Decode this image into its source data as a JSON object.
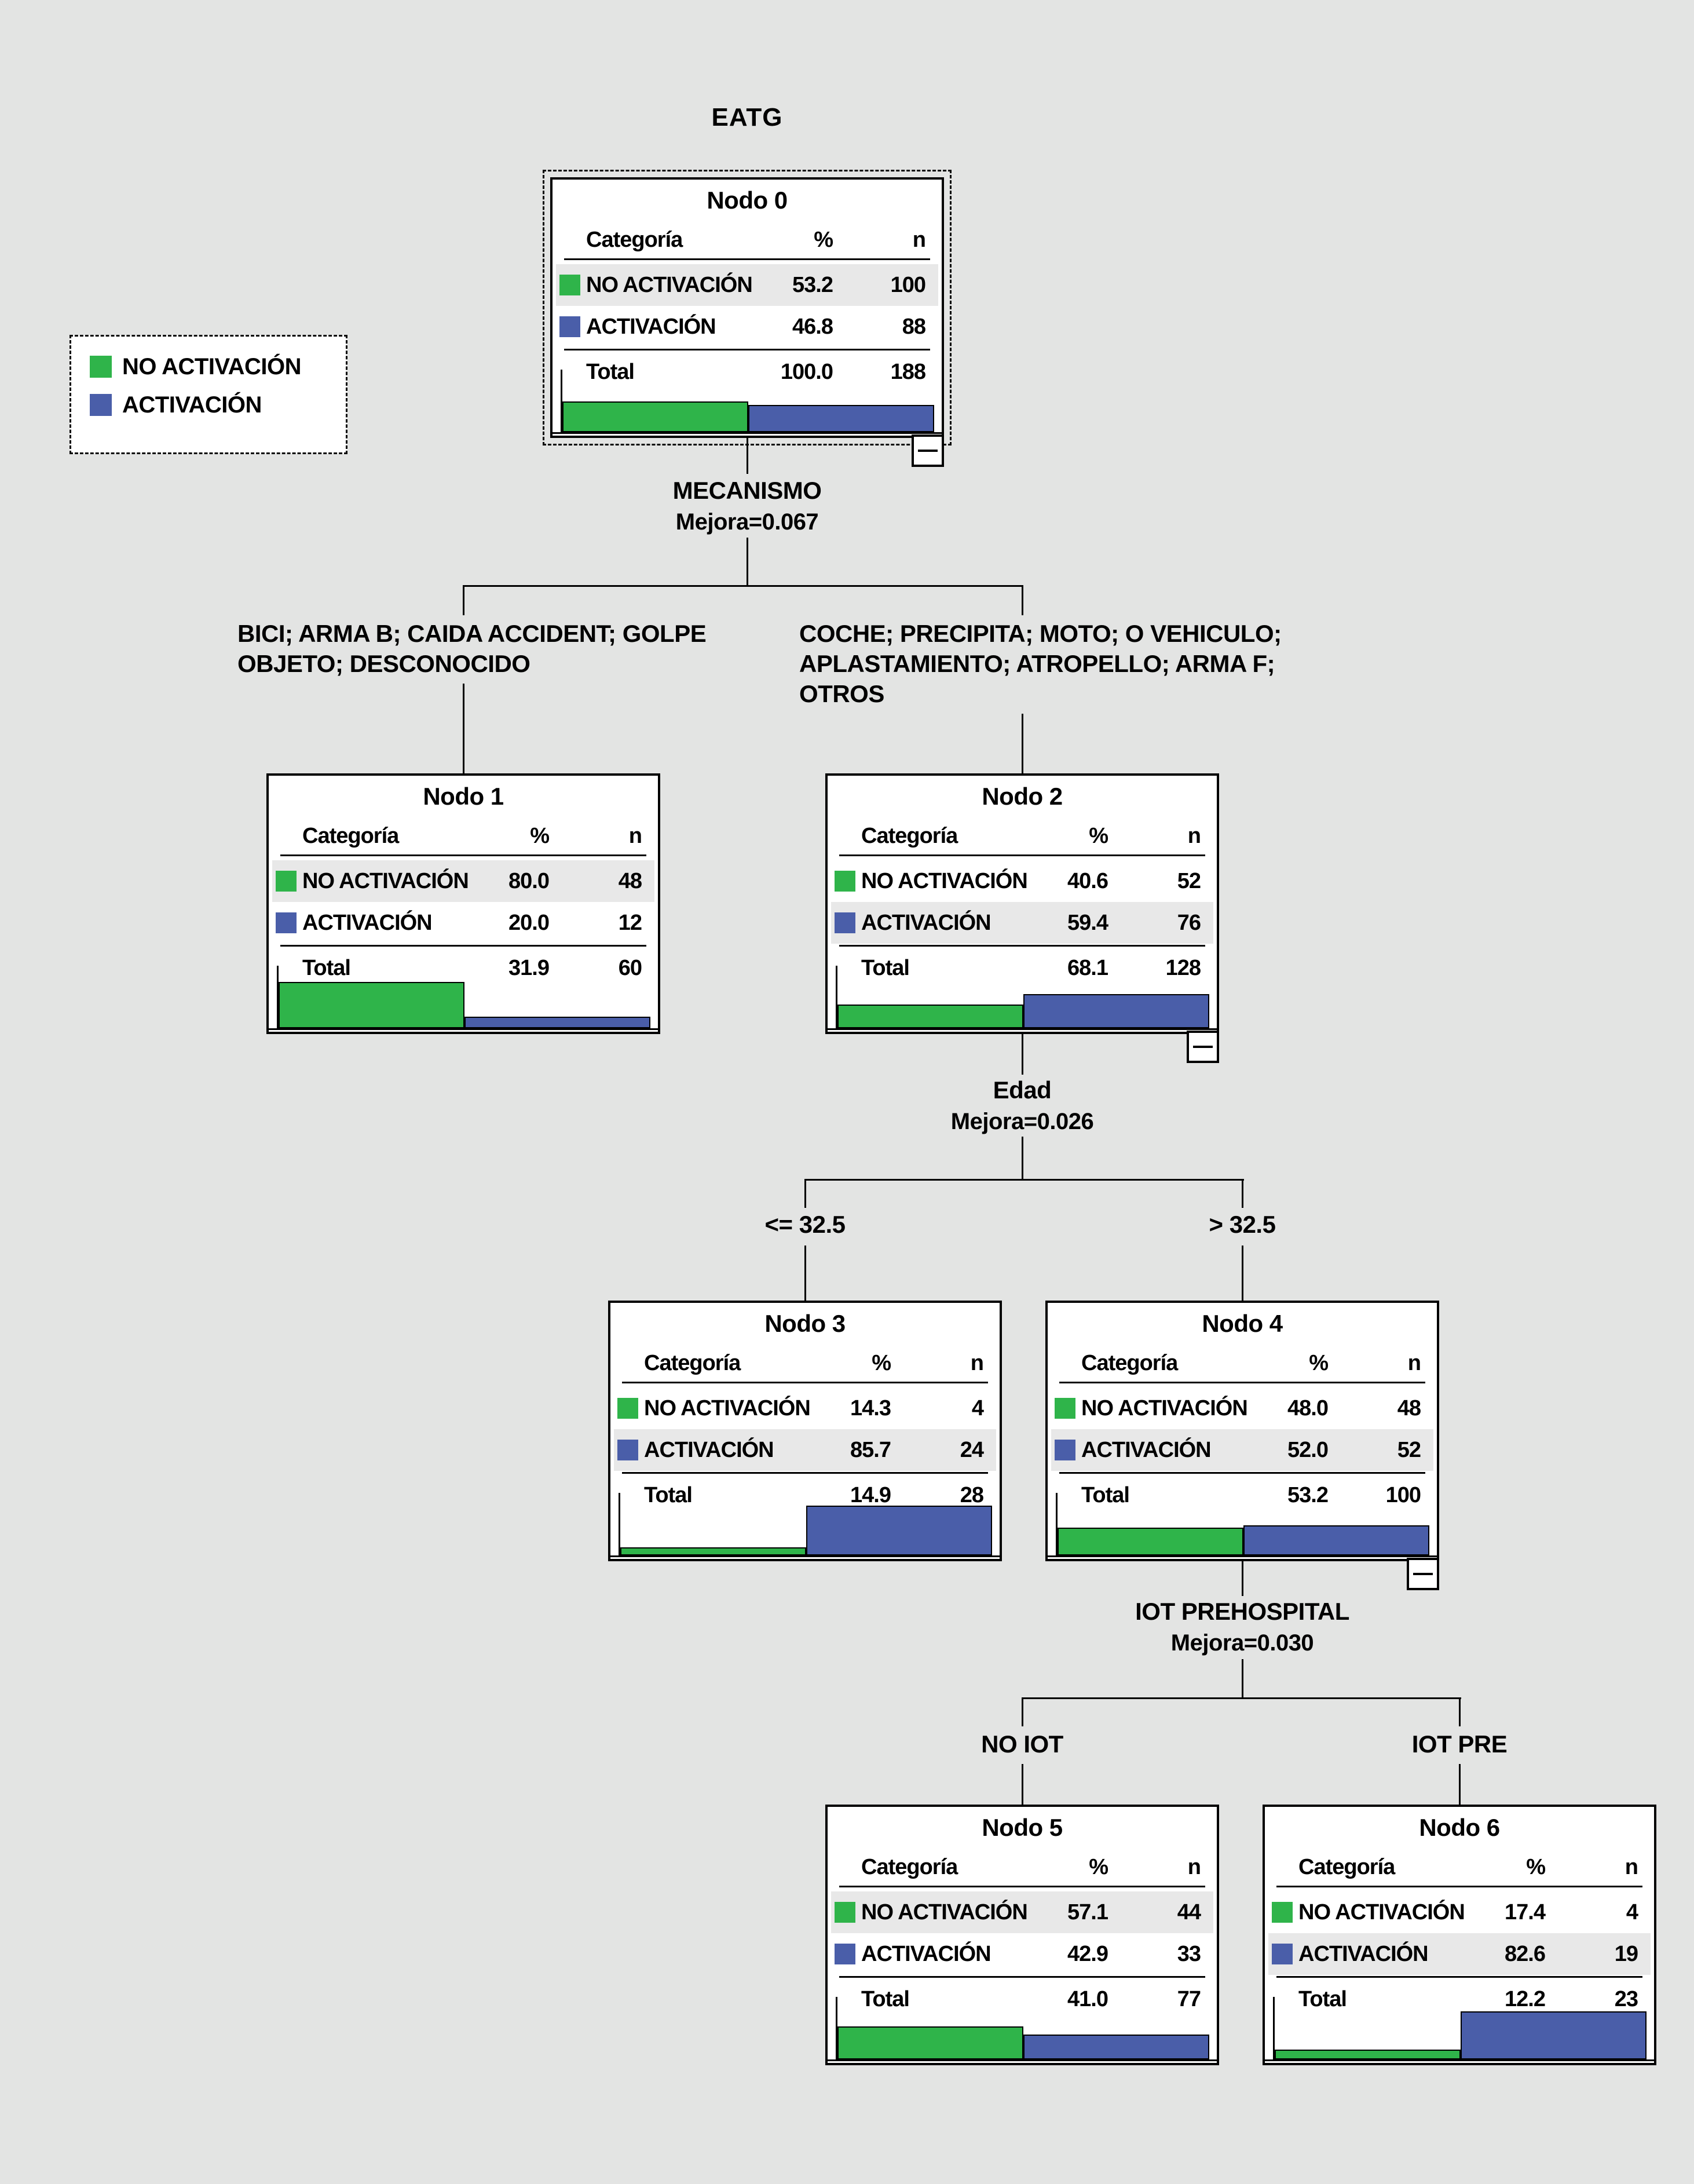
{
  "title": "EATG",
  "colors": {
    "green": "#2FB44A",
    "blue": "#4A5EA9",
    "highlight": "#E8E8E8",
    "background": "#E3E4E3",
    "line": "#000000"
  },
  "ui": {
    "icons": {
      "collapse_button": "minus-icon"
    }
  },
  "legend": {
    "items": [
      {
        "label": "NO ACTIVACIÓN",
        "color_key": "green"
      },
      {
        "label": "ACTIVACIÓN",
        "color_key": "blue"
      }
    ]
  },
  "table_headers": {
    "category": "Categoría",
    "pct": "%",
    "n": "n"
  },
  "total_label": "Total",
  "tree": {
    "dependent_variable": "EATG",
    "nodes": [
      {
        "id": 0,
        "title": "Nodo 0",
        "selected": true,
        "collapsible": true,
        "rows": [
          {
            "label": "NO ACTIVACIÓN",
            "pct": "53.2",
            "n": "100"
          },
          {
            "label": "ACTIVACIÓN",
            "pct": "46.8",
            "n": "88"
          }
        ],
        "total": {
          "pct": "100.0",
          "n": "188"
        }
      },
      {
        "id": 1,
        "title": "Nodo 1",
        "selected": false,
        "collapsible": false,
        "rows": [
          {
            "label": "NO ACTIVACIÓN",
            "pct": "80.0",
            "n": "48"
          },
          {
            "label": "ACTIVACIÓN",
            "pct": "20.0",
            "n": "12"
          }
        ],
        "total": {
          "pct": "31.9",
          "n": "60"
        }
      },
      {
        "id": 2,
        "title": "Nodo 2",
        "selected": false,
        "collapsible": true,
        "rows": [
          {
            "label": "NO ACTIVACIÓN",
            "pct": "40.6",
            "n": "52"
          },
          {
            "label": "ACTIVACIÓN",
            "pct": "59.4",
            "n": "76"
          }
        ],
        "total": {
          "pct": "68.1",
          "n": "128"
        }
      },
      {
        "id": 3,
        "title": "Nodo 3",
        "selected": false,
        "collapsible": false,
        "rows": [
          {
            "label": "NO ACTIVACIÓN",
            "pct": "14.3",
            "n": "4"
          },
          {
            "label": "ACTIVACIÓN",
            "pct": "85.7",
            "n": "24"
          }
        ],
        "total": {
          "pct": "14.9",
          "n": "28"
        }
      },
      {
        "id": 4,
        "title": "Nodo 4",
        "selected": false,
        "collapsible": true,
        "rows": [
          {
            "label": "NO ACTIVACIÓN",
            "pct": "48.0",
            "n": "48"
          },
          {
            "label": "ACTIVACIÓN",
            "pct": "52.0",
            "n": "52"
          }
        ],
        "total": {
          "pct": "53.2",
          "n": "100"
        }
      },
      {
        "id": 5,
        "title": "Nodo 5",
        "selected": false,
        "collapsible": false,
        "rows": [
          {
            "label": "NO ACTIVACIÓN",
            "pct": "57.1",
            "n": "44"
          },
          {
            "label": "ACTIVACIÓN",
            "pct": "42.9",
            "n": "33"
          }
        ],
        "total": {
          "pct": "41.0",
          "n": "77"
        }
      },
      {
        "id": 6,
        "title": "Nodo 6",
        "selected": false,
        "collapsible": false,
        "rows": [
          {
            "label": "NO ACTIVACIÓN",
            "pct": "17.4",
            "n": "4"
          },
          {
            "label": "ACTIVACIÓN",
            "pct": "82.6",
            "n": "19"
          }
        ],
        "total": {
          "pct": "12.2",
          "n": "23"
        }
      }
    ],
    "splits": [
      {
        "parent": 0,
        "variable": "MECANISMO",
        "improvement": "Mejora=0.067",
        "branches": [
          {
            "child": 1,
            "label_lines": [
              "BICI; ARMA B; CAIDA ACCIDENT; GOLPE",
              "OBJETO; DESCONOCIDO"
            ]
          },
          {
            "child": 2,
            "label_lines": [
              "COCHE; PRECIPITA; MOTO; O VEHICULO;",
              "APLASTAMIENTO; ATROPELLO; ARMA F;",
              "OTROS"
            ]
          }
        ]
      },
      {
        "parent": 2,
        "variable": "Edad",
        "improvement": "Mejora=0.026",
        "branches": [
          {
            "child": 3,
            "label_lines": [
              "<= 32.5"
            ]
          },
          {
            "child": 4,
            "label_lines": [
              "> 32.5"
            ]
          }
        ]
      },
      {
        "parent": 4,
        "variable": "IOT PREHOSPITAL",
        "improvement": "Mejora=0.030",
        "branches": [
          {
            "child": 5,
            "label_lines": [
              "NO IOT"
            ]
          },
          {
            "child": 6,
            "label_lines": [
              "IOT PRE"
            ]
          }
        ]
      }
    ]
  }
}
